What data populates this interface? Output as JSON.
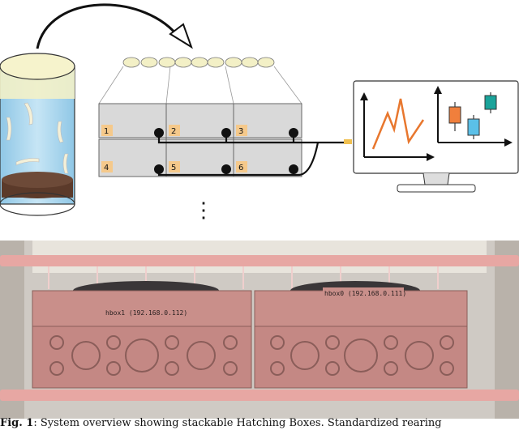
{
  "diagram": {
    "box_numbers": [
      "1",
      "2",
      "3",
      "4",
      "5",
      "6"
    ],
    "ellipsis": "⋮"
  },
  "photo": {
    "left_box_label": "hbox1 (192.168.0.112)",
    "right_box_label": "hbox0 (192.168.0.111)"
  },
  "caption": {
    "label": "Fig. 1",
    "text": ": System overview showing stackable Hatching Boxes. Standardized rearing"
  },
  "colors": {
    "cylinder_fill": "#a9d4ec",
    "substrate": "#5b3a2a",
    "box_fill": "#d9d9d9",
    "number_tag": "#f5c98b",
    "connector": "#f0c050",
    "line_plot": "#e8772e",
    "boxplot_orange": "#f07f3c",
    "boxplot_blue": "#5bc0e8",
    "boxplot_teal": "#1aa39a",
    "hatching_box": "#c98f8a",
    "shelf": "#e7a7a3"
  }
}
